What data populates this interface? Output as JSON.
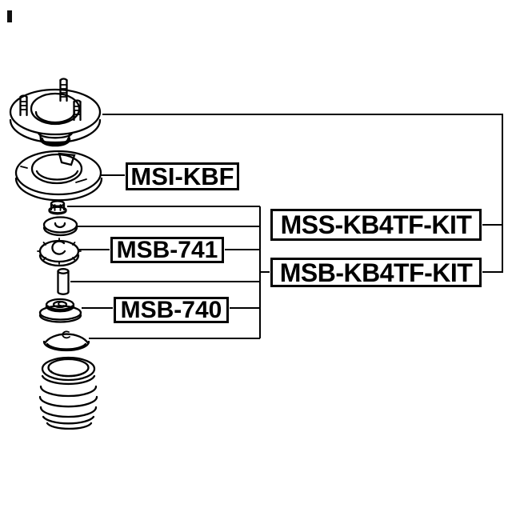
{
  "diagram": {
    "colors": {
      "background": "#ffffff",
      "line": "#000000",
      "label_text": "#000000",
      "label_border": "#000000",
      "label_background": "#ffffff"
    },
    "label_boxes": [
      {
        "id": "msi-kbf",
        "text": "MSI-KBF"
      },
      {
        "id": "msb-741",
        "text": "MSB-741"
      },
      {
        "id": "msb-740",
        "text": "MSB-740"
      },
      {
        "id": "mss-kb4tf-kit",
        "text": "MSS-KB4TF-KIT"
      },
      {
        "id": "msb-kb4tf-kit",
        "text": "MSB-KB4TF-KIT"
      }
    ],
    "part_drawings": [
      "strut-mount-drawing",
      "spring-seat-ring-drawing",
      "lock-nut-drawing",
      "washer-drawing",
      "scalloped-bushing-drawing",
      "sleeve-bushing-drawing",
      "flanged-bushing-drawing",
      "dome-washer-drawing",
      "dust-boot-drawing"
    ]
  }
}
